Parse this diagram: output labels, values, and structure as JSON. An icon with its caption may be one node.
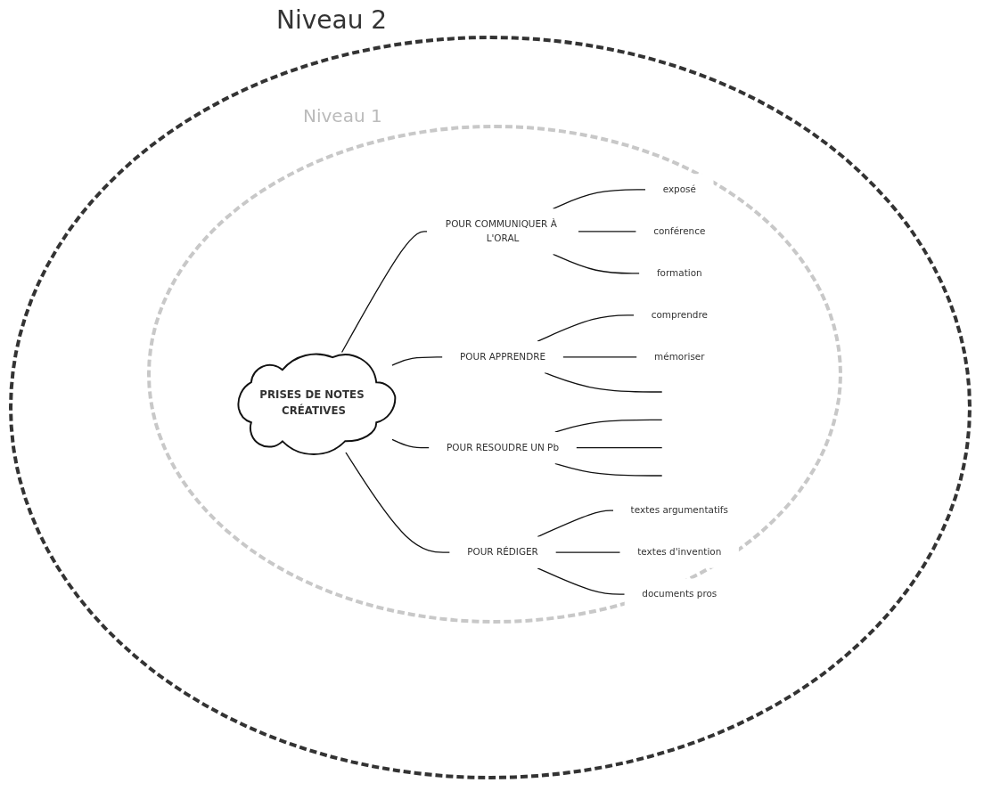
{
  "diagram": {
    "nodes": [
      {
        "text": [
          "PRISES DE NOTES CRÉATIVES"
        ]
      },
      {
        "text": [
          "POUR COMMUNIQUER À L'ORAL"
        ]
      },
      {
        "text": [
          "exposé"
        ]
      },
      {
        "text": [
          "conférence"
        ]
      },
      {
        "text": [
          "formation"
        ]
      },
      {
        "text": [
          "POUR APPRENDRE"
        ]
      },
      {
        "text": [
          "comprendre"
        ]
      },
      {
        "text": [
          "mémoriser"
        ]
      },
      {
        "text": [
          "POUR RESOUDRE UN Pb"
        ]
      },
      {
        "text": [
          "POUR RÉDIGER"
        ]
      },
      {
        "text": [
          "textes argumentatifs"
        ]
      },
      {
        "text": [
          "textes d'invention"
        ]
      },
      {
        "text": [
          "documents pros"
        ]
      }
    ],
    "edges": [
      {
        "from": 0,
        "to": 1,
        "arrow": "none"
      },
      {
        "from": 1,
        "to": 2,
        "arrow": "none"
      },
      {
        "from": 1,
        "to": 3,
        "arrow": "none"
      },
      {
        "from": 1,
        "to": 4,
        "arrow": "none"
      },
      {
        "from": 0,
        "to": 5,
        "arrow": "none"
      },
      {
        "from": 5,
        "to": 6,
        "arrow": "none"
      },
      {
        "from": 5,
        "to": 7,
        "arrow": "none"
      },
      {
        "from": 5,
        "to": null,
        "arrow": "none"
      },
      {
        "from": 0,
        "to": 8,
        "arrow": "none"
      },
      {
        "from": 8,
        "to": null,
        "arrow": "none"
      },
      {
        "from": 8,
        "to": null,
        "arrow": "none"
      },
      {
        "from": 8,
        "to": null,
        "arrow": "none"
      },
      {
        "from": 0,
        "to": 9,
        "arrow": "none"
      },
      {
        "from": 9,
        "to": 10,
        "arrow": "none"
      },
      {
        "from": 9,
        "to": 11,
        "arrow": "none"
      },
      {
        "from": 9,
        "to": 12,
        "arrow": "none"
      }
    ],
    "labels": [
      "Niveau 2",
      "Niveau 1"
    ]
  }
}
